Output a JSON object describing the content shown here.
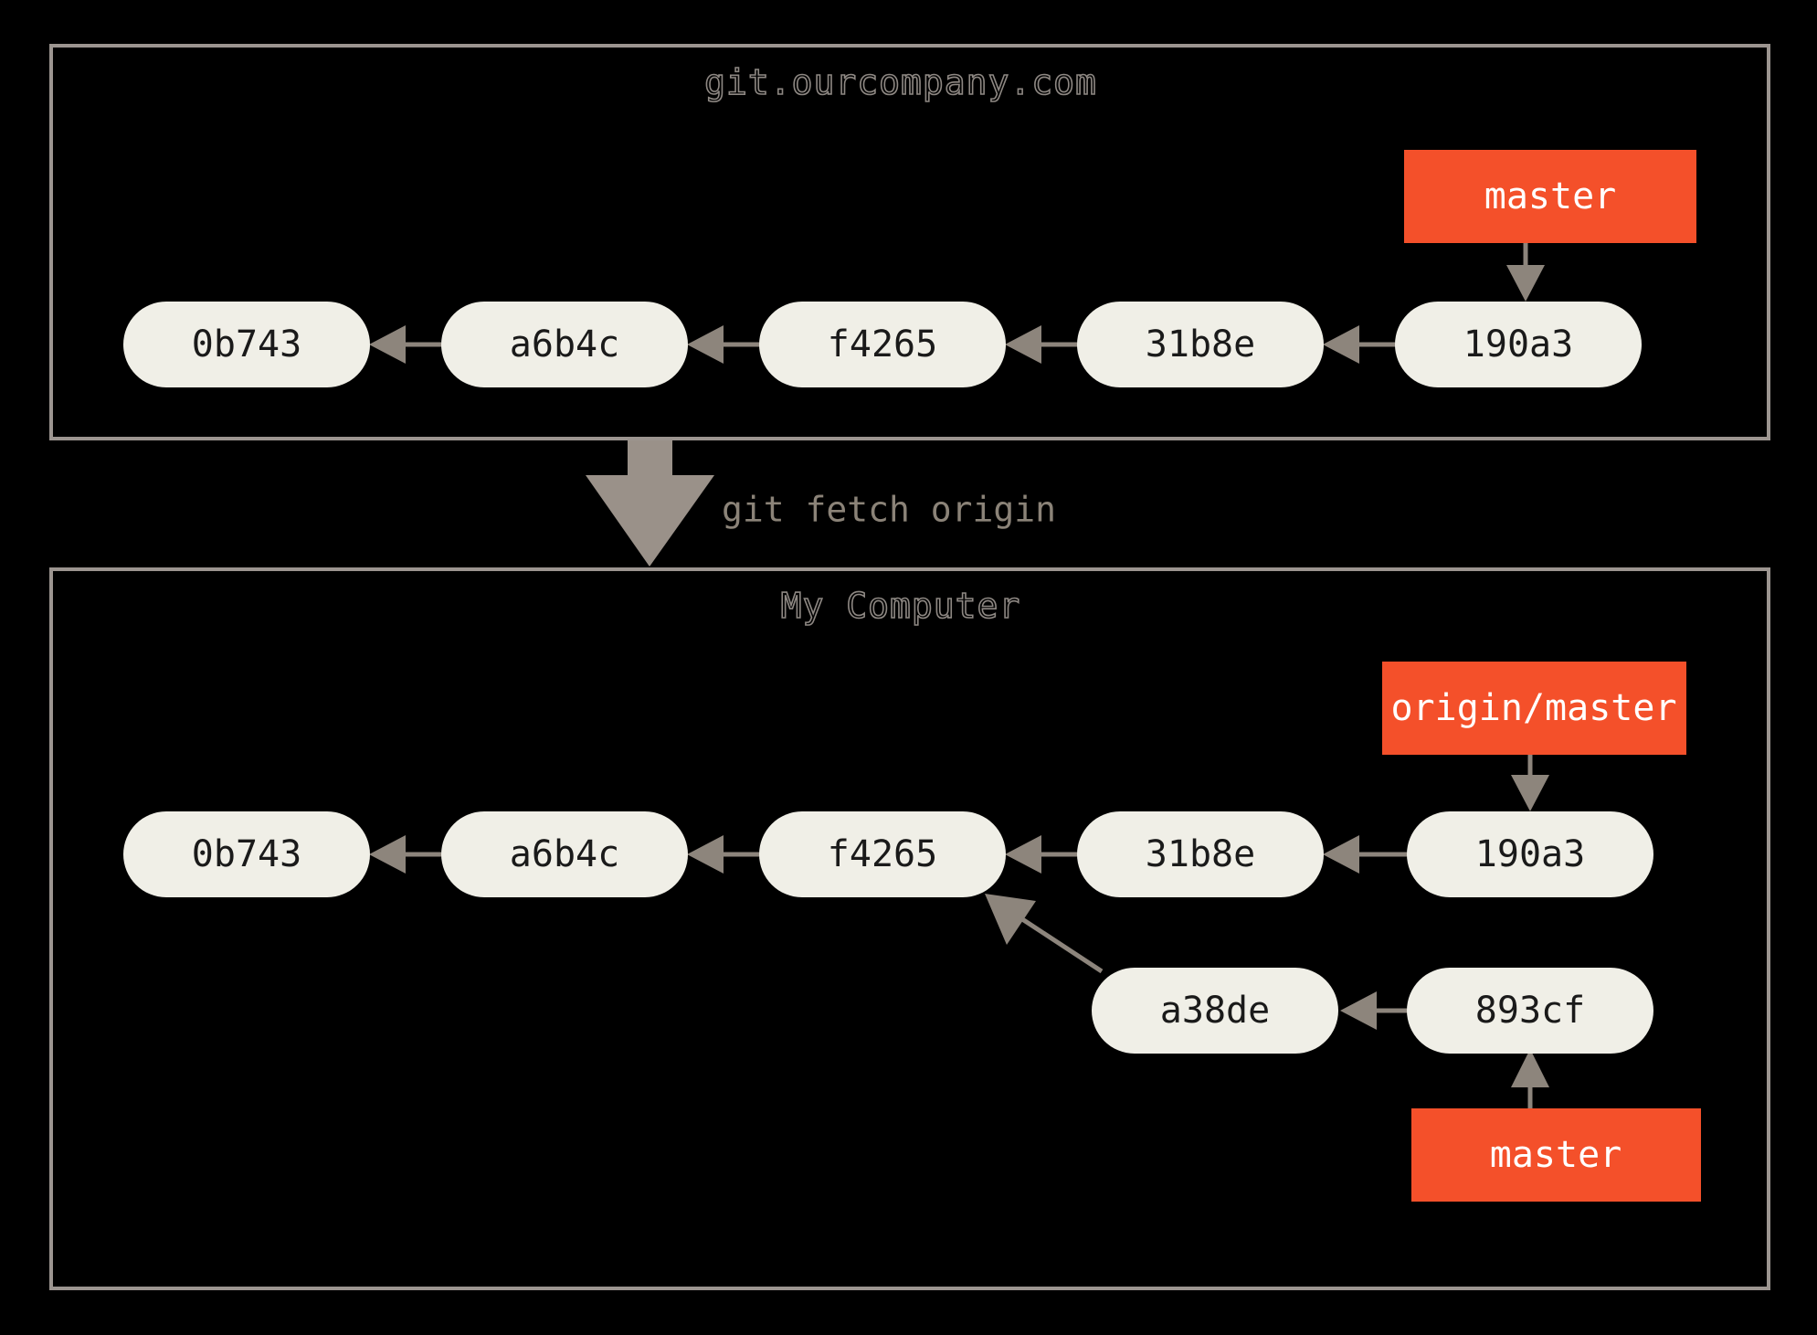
{
  "diagram": {
    "title_top": "git.ourcompany.com",
    "title_bottom": "My Computer",
    "transition_label": "git fetch origin",
    "colors": {
      "background": "#000000",
      "panel_border": "#9c9590",
      "commit_fill": "#f0efe7",
      "commit_text": "#1a1a1a",
      "branch_fill": "#f4502a",
      "branch_text": "#ffffff",
      "edge": "#8d857c",
      "title_text": "#8e8883",
      "transition_text": "#8b8378"
    }
  },
  "panels": [
    {
      "name": "remote-server",
      "title": "git.ourcompany.com",
      "commits": [
        {
          "id": "0b743",
          "label": "0b743"
        },
        {
          "id": "a6b4c",
          "label": "a6b4c"
        },
        {
          "id": "f4265",
          "label": "f4265"
        },
        {
          "id": "31b8e",
          "label": "31b8e"
        },
        {
          "id": "190a3",
          "label": "190a3"
        }
      ],
      "branches": [
        {
          "name": "master",
          "label": "master",
          "points_to": "190a3"
        }
      ],
      "edges": [
        {
          "from": "a6b4c",
          "to": "0b743"
        },
        {
          "from": "f4265",
          "to": "a6b4c"
        },
        {
          "from": "31b8e",
          "to": "f4265"
        },
        {
          "from": "190a3",
          "to": "31b8e"
        }
      ]
    },
    {
      "name": "my-computer",
      "title": "My Computer",
      "commits": [
        {
          "id": "0b743",
          "label": "0b743"
        },
        {
          "id": "a6b4c",
          "label": "a6b4c"
        },
        {
          "id": "f4265",
          "label": "f4265"
        },
        {
          "id": "31b8e",
          "label": "31b8e"
        },
        {
          "id": "190a3",
          "label": "190a3"
        },
        {
          "id": "a38de",
          "label": "a38de"
        },
        {
          "id": "893cf",
          "label": "893cf"
        }
      ],
      "branches": [
        {
          "name": "origin/master",
          "label": "origin/master",
          "points_to": "190a3"
        },
        {
          "name": "master",
          "label": "master",
          "points_to": "893cf"
        }
      ],
      "edges": [
        {
          "from": "a6b4c",
          "to": "0b743"
        },
        {
          "from": "f4265",
          "to": "a6b4c"
        },
        {
          "from": "31b8e",
          "to": "f4265"
        },
        {
          "from": "190a3",
          "to": "31b8e"
        },
        {
          "from": "a38de",
          "to": "f4265"
        },
        {
          "from": "893cf",
          "to": "a38de"
        }
      ]
    }
  ]
}
